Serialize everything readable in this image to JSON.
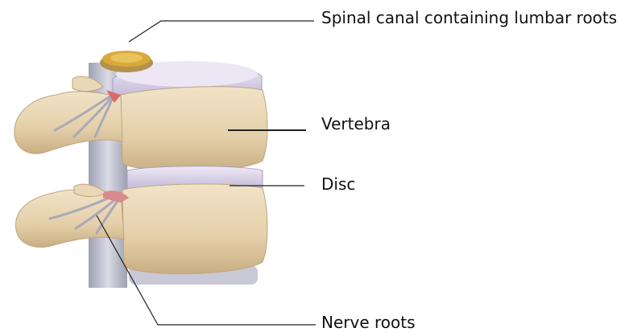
{
  "labels": {
    "spinal_canal": "Spinal canal containing lumbar roots",
    "vertebra": "Vertebra",
    "disc": "Disc",
    "nerve_roots": "Nerve roots"
  },
  "colors": {
    "bone": "#e6d2b0",
    "bone_shadow": "#c7ad85",
    "disc": "#d9d3e8",
    "disc_edge": "#a79fc0",
    "nerve": "#d88a8c",
    "canal_fill": "#d7a43a",
    "cord": "#b9b9c6",
    "leader": "#222222"
  }
}
